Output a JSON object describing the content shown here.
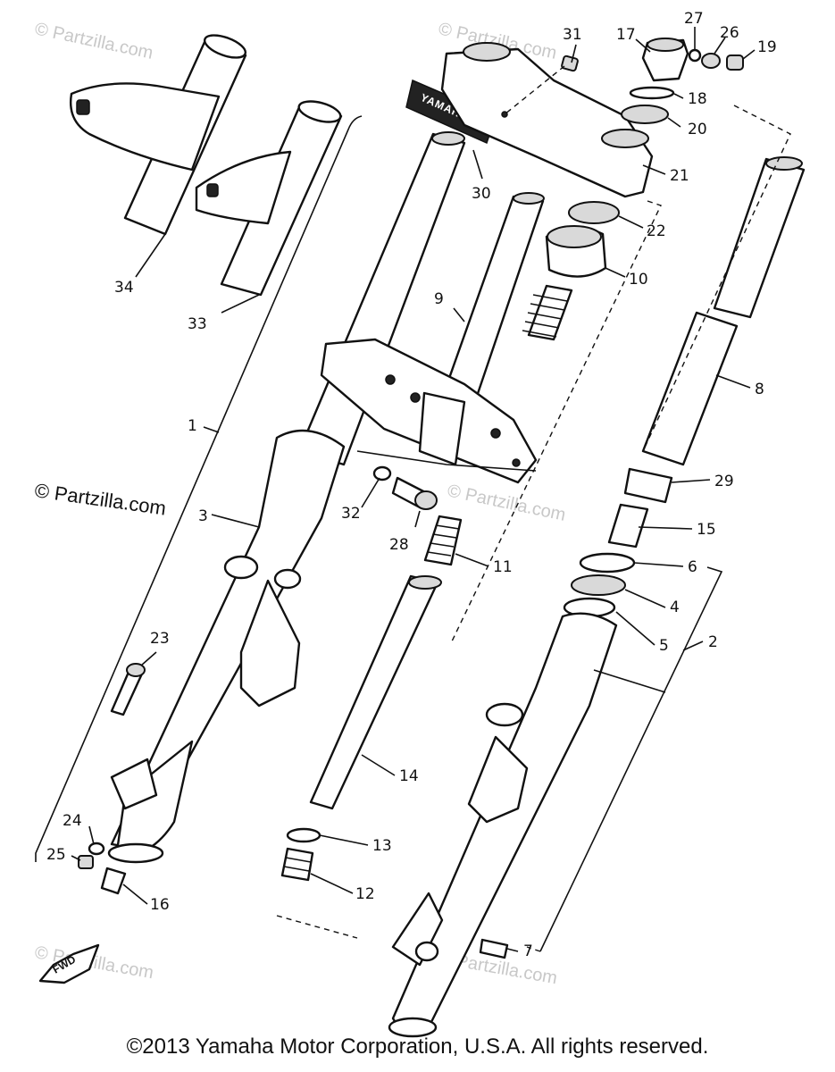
{
  "watermarks": {
    "faint": "© Partzilla.com",
    "bold": "© Partzilla.com"
  },
  "nameplate_text": "YAMAHA",
  "fwd_label": "FWD",
  "callouts": {
    "c1": "1",
    "c2": "2",
    "c3": "3",
    "c4": "4",
    "c5": "5",
    "c6": "6",
    "c7": "7",
    "c8": "8",
    "c9": "9",
    "c10": "10",
    "c11": "11",
    "c12": "12",
    "c13": "13",
    "c14": "14",
    "c15": "15",
    "c16": "16",
    "c17": "17",
    "c18": "18",
    "c19": "19",
    "c20": "20",
    "c21": "21",
    "c22": "22",
    "c23": "23",
    "c24": "24",
    "c25": "25",
    "c26": "26",
    "c27": "27",
    "c28": "28",
    "c29": "29",
    "c30": "30",
    "c31": "31",
    "c32": "32",
    "c33": "33",
    "c34": "34"
  },
  "copyright": "©2013 Yamaha Motor Corporation, U.S.A. All rights reserved."
}
